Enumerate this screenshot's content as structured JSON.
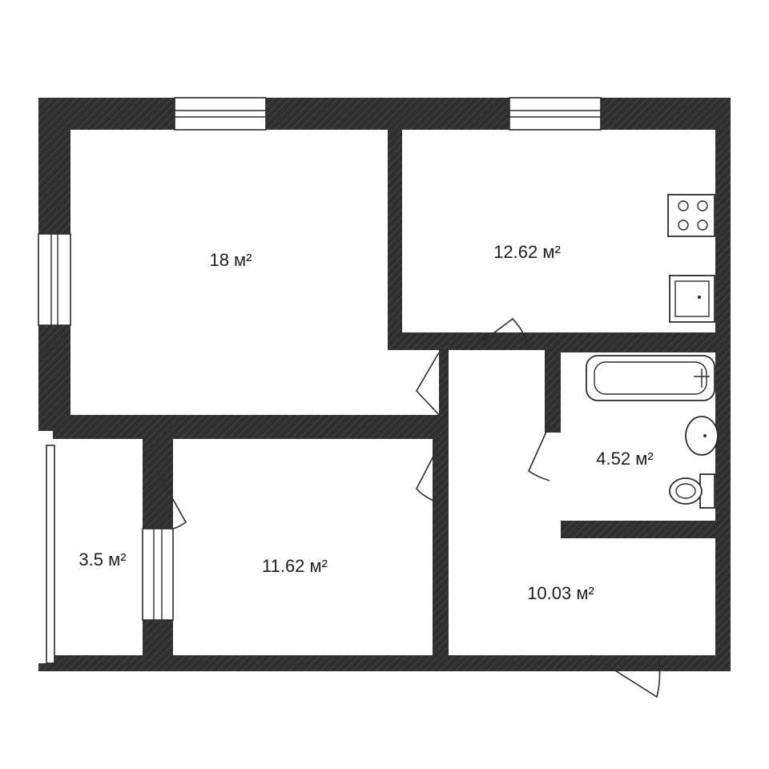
{
  "rooms": [
    {
      "id": "room-1",
      "area": "18 м²"
    },
    {
      "id": "kitchen",
      "area": "12.62 м²"
    },
    {
      "id": "bathroom",
      "area": "4.52 м²"
    },
    {
      "id": "balcony",
      "area": "3.5 м²"
    },
    {
      "id": "room-2",
      "area": "11.62 м²"
    },
    {
      "id": "hallway",
      "area": "10.03 м²"
    }
  ],
  "colors": {
    "wall": "#2f2f2f",
    "hatch": "#555555",
    "background": "#ffffff"
  },
  "icons": [
    "stove-icon",
    "kitchen-sink-icon",
    "bathtub-icon",
    "washbasin-icon",
    "toilet-icon"
  ]
}
